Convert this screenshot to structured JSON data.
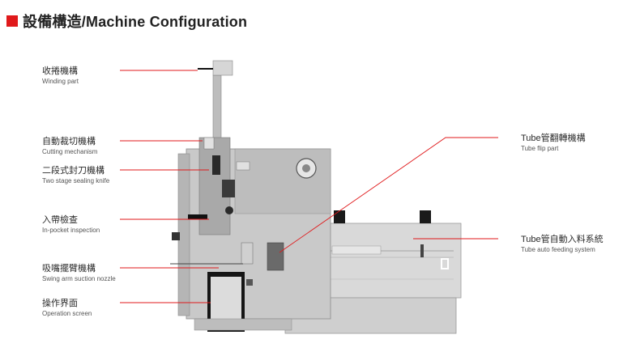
{
  "header": {
    "title": "設備構造/Machine Configuration",
    "accent_color": "#e0191b"
  },
  "leader_color": "#e0191b",
  "labels": [
    {
      "id": "winding",
      "zh": "收捲機構",
      "en": "Winding part"
    },
    {
      "id": "cutting",
      "zh": "自動裁切機構",
      "en": "Cutting mechanism"
    },
    {
      "id": "sealing",
      "zh": "二段式封刀機構",
      "en": "Two stage sealing knife"
    },
    {
      "id": "inpocket",
      "zh": "入帶檢查",
      "en": "In-pocket inspection"
    },
    {
      "id": "swingarm",
      "zh": "吸嘴擺臂機構",
      "en": "Swing arm suction nozzle"
    },
    {
      "id": "opscreen",
      "zh": "操作界面",
      "en": "Operation screen"
    },
    {
      "id": "tubeflip",
      "zh": "Tube管翻轉機構",
      "en": "Tube flip part"
    },
    {
      "id": "tubefeed",
      "zh": "Tube管自動入料系統",
      "en": "Tube auto feeding system"
    }
  ]
}
